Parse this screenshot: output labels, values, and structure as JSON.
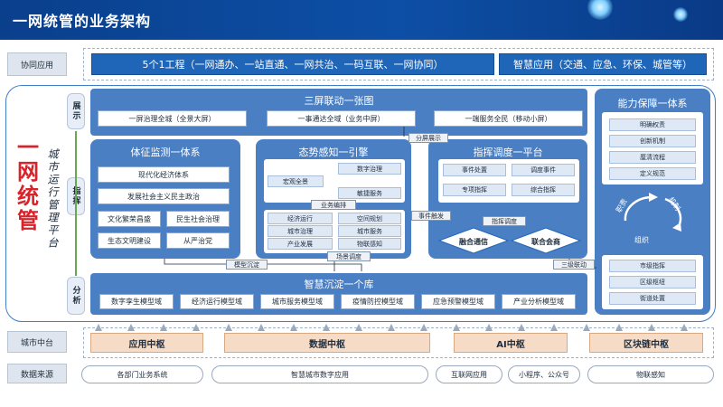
{
  "title": "一网统管的业务架构",
  "left_title": "一网统管",
  "left_subtitle": "城市运行管理平台",
  "row_labels": {
    "xietong": "协同应用",
    "chengshi": "城市中台",
    "shuju": "数据来源"
  },
  "side_pills": {
    "zhanshi": "展示",
    "zhihui": "指挥",
    "fenxi": "分析"
  },
  "top_apps": {
    "left": "5个1工程（一网通办、一站直通、一网共治、一码互联、一网协同）",
    "right": "智慧应用（交通、应急、环保、城管等）"
  },
  "screens": {
    "title": "三屏联动一张图",
    "items": [
      "一屏治理全城（全景大屏）",
      "一事通达全域（业务中屏）",
      "一端服务全民（移动小屏）"
    ]
  },
  "monitor": {
    "title": "体征监测一体系",
    "items": [
      "现代化经济体系",
      "发展社会主义民主政治",
      "文化繁荣昌盛",
      "民生社会治理",
      "生态文明建设",
      "从严治党"
    ]
  },
  "situation": {
    "title": "态势感知一引擎",
    "top_items": [
      "数字治理",
      "宏观全景",
      "敏捷服务"
    ],
    "center_tag": "业务编排",
    "grid": [
      "经济运行",
      "空间规划",
      "城市治理",
      "城市服务",
      "产业发展",
      "物联感知"
    ]
  },
  "command": {
    "title": "指挥调度一平台",
    "items": [
      "事件处置",
      "调度事件",
      "专项指挥",
      "综合指挥"
    ],
    "dispatch_tag": "指挥调度",
    "diamonds": [
      "融合通信",
      "联合会商"
    ]
  },
  "capability": {
    "title": "能力保障一体系",
    "items": [
      "明确权责",
      "创新机制",
      "厘清流程",
      "定义规范"
    ],
    "cycle": [
      "职责",
      "机制",
      "组织"
    ],
    "org_items": [
      "市级指挥",
      "区级枢纽",
      "街道处置"
    ]
  },
  "connectors": {
    "split_show": "分屏展示",
    "event_trigger": "事件触发",
    "model_deposit": "模型沉淀",
    "scene_dispatch": "场景调度",
    "three_level": "三级联动"
  },
  "library": {
    "title": "智慧沉淀一个库",
    "items": [
      "数字孪生模型域",
      "经济运行模型域",
      "城市服务模型域",
      "疫情防控模型域",
      "应急预警模型域",
      "产业分析模型域"
    ]
  },
  "middle_platforms": [
    "应用中枢",
    "数据中枢",
    "AI中枢",
    "区块链中枢"
  ],
  "sources": [
    "各部门业务系统",
    "智慧城市数字应用",
    "互联网应用",
    "小程序、公众号",
    "物联感知"
  ],
  "colors": {
    "primary_blue": "#1f65b8",
    "panel_blue": "#4a7fc4",
    "peach": "#f6dcc6",
    "left_red": "#d8232a"
  }
}
